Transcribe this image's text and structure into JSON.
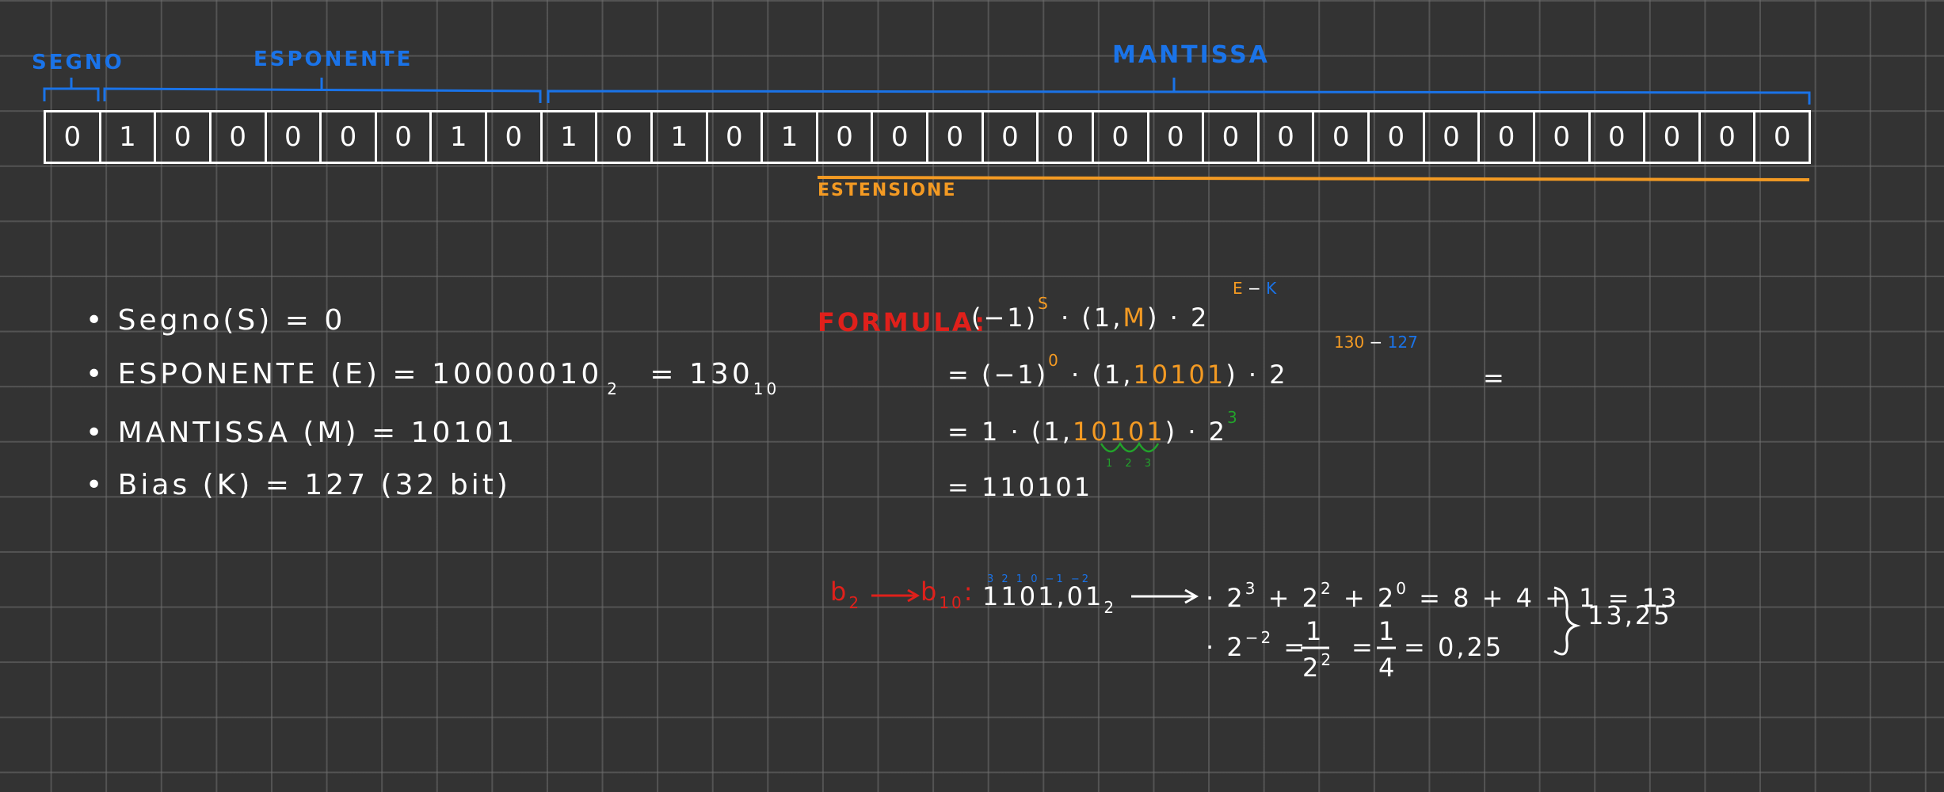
{
  "header": {
    "segno_label": "SEGNO",
    "esponente_label": "ESPONENTE",
    "mantissa_label": "MANTISSA",
    "estensione_label": "ESTENSIONE"
  },
  "bits": [
    "0",
    "1",
    "0",
    "0",
    "0",
    "0",
    "0",
    "1",
    "0",
    "1",
    "0",
    "1",
    "0",
    "1",
    "0",
    "0",
    "0",
    "0",
    "0",
    "0",
    "0",
    "0",
    "0",
    "0",
    "0",
    "0",
    "0",
    "0",
    "0",
    "0",
    "0",
    "0"
  ],
  "notes": {
    "segno": "• Segno(S) = 0",
    "esponente_prefix": "• ESPONENTE (E) = 10000010",
    "esponente_base2": "2",
    "esponente_eq": "= 130",
    "esponente_base10": "10",
    "mantissa": "• MANTISSA (M) = 10101",
    "bias": "• Bias (K) = 127 (32 bit)"
  },
  "formula": {
    "label": "FORMULA:",
    "line1_a": "(−1)",
    "line1_sup_s": "S",
    "line1_b": "· (1,",
    "line1_m": "M",
    "line1_c": ") · 2",
    "line1_sup_e": "E",
    "line1_sup_minus": "−",
    "line1_sup_k": "K",
    "line2_a": "= (−1)",
    "line2_sup0": "0",
    "line2_b": "· (1,",
    "line2_mant": "10101",
    "line2_c": ") · 2",
    "line2_sup_130": "130",
    "line2_sup_minus": "−",
    "line2_sup_127": "127",
    "line2_eq": "=",
    "line3_a": "= 1 · (1,",
    "line3_mant": "10101",
    "line3_b": ") · 2",
    "line3_sup": "3",
    "line3_marks": "1 2 3",
    "line4": "= 110101"
  },
  "conversion": {
    "b2": "b",
    "b2_sub": "2",
    "b10": "b",
    "b10_sub": "10",
    "positions": "3 2 1 0  −1 −2",
    "number": "1101,01",
    "number_sub": "2",
    "row1_pre": "· 2",
    "row1_e3": "3",
    "row1_plus1": "+ 2",
    "row1_e2": "2",
    "row1_plus2": "+ 2",
    "row1_e0": "0",
    "row1_rest": "= 8 + 4 + 1 = 13",
    "row2_pre": "· 2",
    "row2_exp": "−2",
    "row2_eq1": "=",
    "frac1_num": "1",
    "frac1_den": "2",
    "frac1_den_exp": "2",
    "row2_eq2": "=",
    "frac2_num": "1",
    "frac2_den": "4",
    "row2_rest": "= 0,25",
    "result": "13,25"
  },
  "colors": {
    "background": "#333333",
    "grid": "#6e6e6e",
    "blue": "#1a73e8",
    "orange": "#f39a23",
    "red": "#e0201b",
    "green": "#22a22b",
    "white": "#ffffff"
  }
}
